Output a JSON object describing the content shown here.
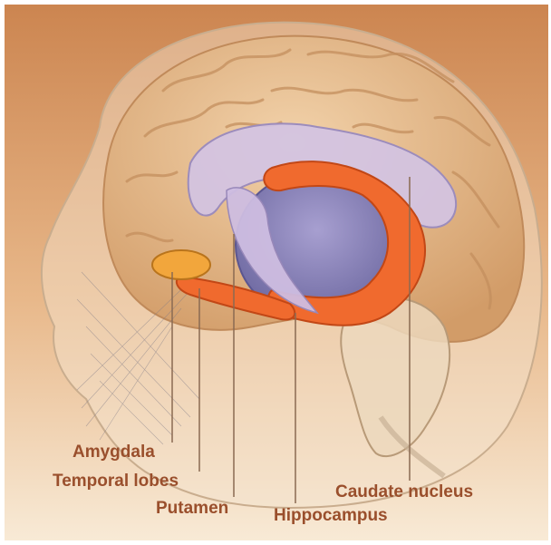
{
  "labels": {
    "amygdala": "Amygdala",
    "temporal_lobes": "Temporal lobes",
    "putamen": "Putamen",
    "hippocampus": "Hippocampus",
    "caudate_nucleus": "Caudate nucleus"
  },
  "colors": {
    "label_text": "#9a4f2c",
    "background_top": "#cf8a4f",
    "background_bottom": "#f7e6cf",
    "brain": "#e6b98a",
    "caudate": "#c8b7d9",
    "putamen": "#8f86b8",
    "hippocampus": "#f0652a",
    "amygdala": "#f0a83e"
  }
}
